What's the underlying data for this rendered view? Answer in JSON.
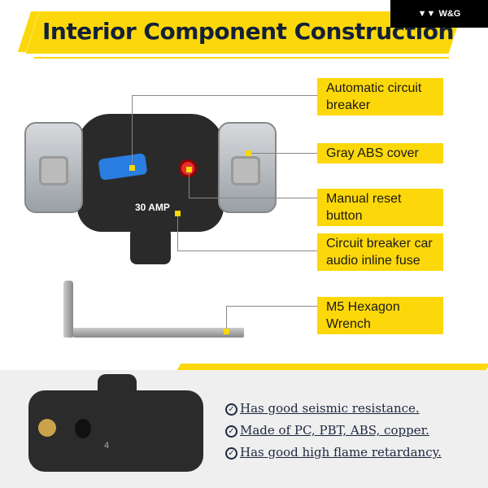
{
  "header": {
    "title": "Interior Component Construction",
    "logo": "W&G"
  },
  "device": {
    "rating": "30 AMP"
  },
  "callouts": [
    "Automatic circuit breaker",
    "Gray ABS cover",
    "Manual reset button",
    "Circuit breaker car audio inline fuse",
    "M5 Hexagon Wrench"
  ],
  "features": [
    "Has good seismic resistance.",
    "Made of PC, PBT, ABS, copper.",
    "Has good high flame retardancy."
  ],
  "bottom_device": {
    "mark": "4"
  },
  "colors": {
    "accent": "#fcd80a",
    "text": "#13203a"
  }
}
